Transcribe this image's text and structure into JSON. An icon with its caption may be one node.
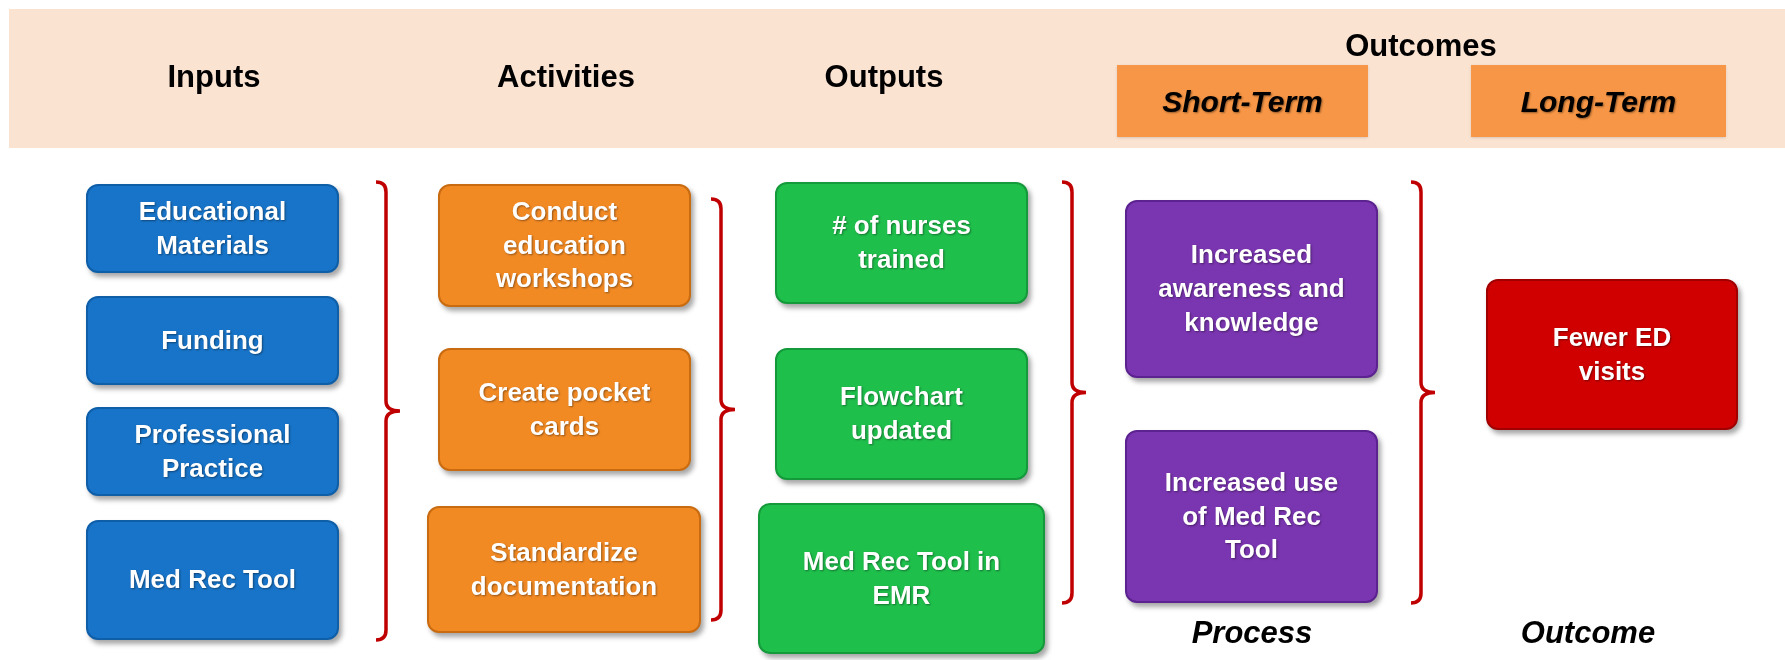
{
  "diagram": {
    "nodes": [
      {
        "text": [
          "Inputs",
          "Activities",
          "Outputs",
          "Outcomes"
        ]
      },
      {
        "text": [
          "Short-Term"
        ],
        "in": 0
      },
      {
        "text": [
          "Long-Term"
        ],
        "in": 0
      },
      {
        "text": [
          "Educational Materials"
        ]
      },
      {
        "text": [
          "Funding"
        ]
      },
      {
        "text": [
          "Professional Practice"
        ]
      },
      {
        "text": [
          "Med Rec Tool"
        ]
      },
      {
        "text": [
          "Conduct education workshops"
        ]
      },
      {
        "text": [
          "Create pocket cards"
        ]
      },
      {
        "text": [
          "Standardize documentation"
        ]
      },
      {
        "text": [
          "# of nurses trained"
        ]
      },
      {
        "text": [
          "Flowchart updated"
        ]
      },
      {
        "text": [
          "Med Rec Tool in EMR"
        ]
      },
      {
        "text": [
          "Increased awareness and knowledge"
        ]
      },
      {
        "text": [
          "Increased use of Med Rec Tool"
        ]
      },
      {
        "text": [
          "Fewer ED visits"
        ]
      }
    ],
    "labels": [
      "Process",
      "Outcome"
    ]
  }
}
